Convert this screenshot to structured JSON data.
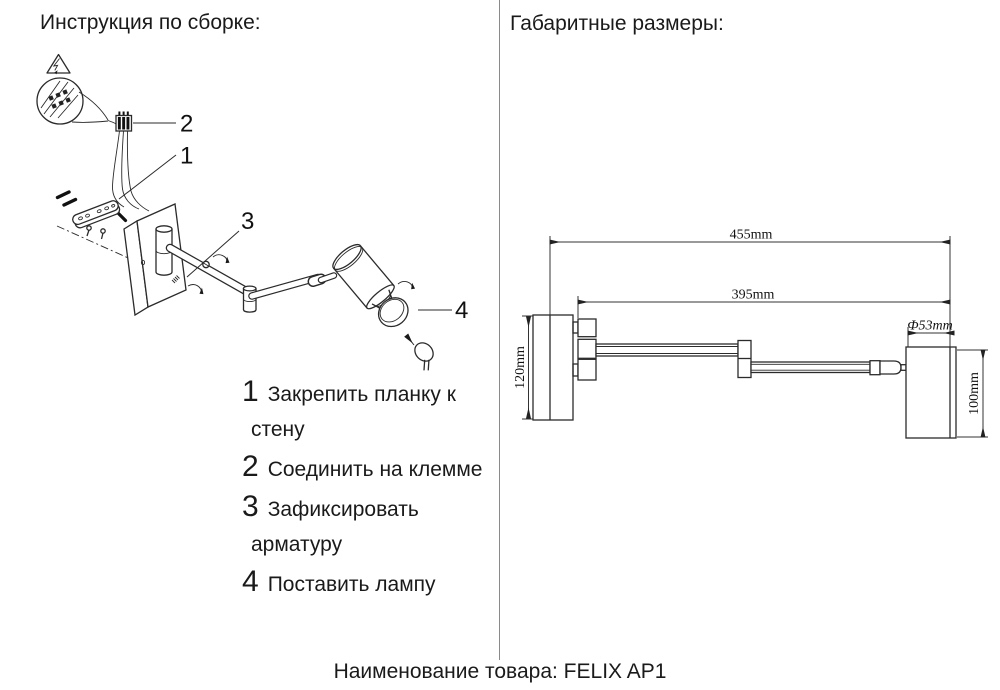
{
  "left_panel": {
    "title": "Инструкция по сборке:",
    "part_labels": [
      "1",
      "2",
      "3",
      "4"
    ],
    "instructions": {
      "lines": [
        {
          "num": "1",
          "text": "Закрепить планку к"
        },
        {
          "num": "",
          "text": "стену"
        },
        {
          "num": "2",
          "text": "Соединить на клемме"
        },
        {
          "num": "3",
          "text": "Зафиксировать"
        },
        {
          "num": "",
          "text": "арматуру"
        },
        {
          "num": "4",
          "text": "Поставить лампу"
        }
      ]
    }
  },
  "right_panel": {
    "title": "Габаритные размеры:",
    "dimensions": {
      "overall_width": "455mm",
      "arm_length": "395mm",
      "head_diameter": "Ф53mm",
      "plate_height": "120mm",
      "head_height": "100mm"
    }
  },
  "footer": {
    "text": "Наименование товара: FELIX AP1"
  },
  "colors": {
    "line": "#2b2b2b",
    "text": "#1a1a1a",
    "background": "#ffffff"
  }
}
